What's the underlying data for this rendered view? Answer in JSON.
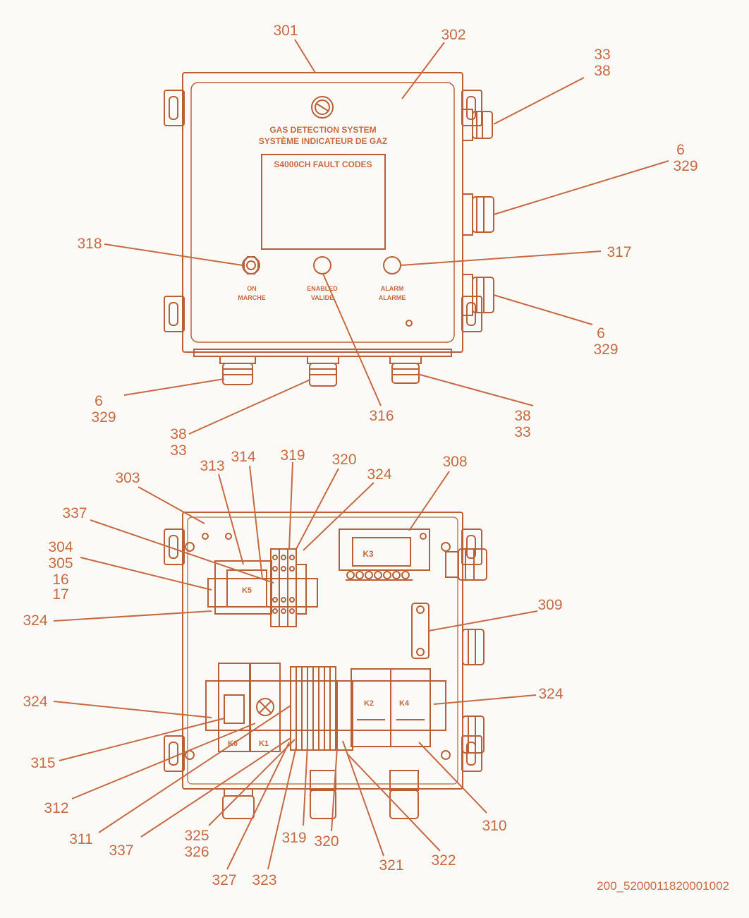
{
  "panel_labels": {
    "title_en": "GAS DETECTION SYSTEM",
    "title_fr": "SYSTÈME INDICATEUR DE GAZ",
    "fault_codes": "S4000CH FAULT CODES",
    "on_en": "ON",
    "on_fr": "MARCHE",
    "enabled_en": "ENABLED",
    "enabled_fr": "VALIDE",
    "alarm_en": "ALARM",
    "alarm_fr": "ALARME"
  },
  "components": {
    "k1": "K1",
    "k2": "K2",
    "k3": "K3",
    "k4": "K4",
    "k5": "K5",
    "k6": "K6"
  },
  "callouts": {
    "c301": "301",
    "c302": "302",
    "c33_38_tr": [
      "33",
      "38"
    ],
    "c6_329_r1": [
      "6",
      "329"
    ],
    "c318": "318",
    "c317": "317",
    "c6_329_r2": [
      "6",
      "329"
    ],
    "c6_329_l": [
      "6",
      "329"
    ],
    "c38_33_l": [
      "38",
      "33"
    ],
    "c316": "316",
    "c38_33_r": [
      "38",
      "33"
    ],
    "c303": "303",
    "c313": "313",
    "c314": "314",
    "c319_top": "319",
    "c320_top": "320",
    "c324_top": "324",
    "c308": "308",
    "c337_top": "337",
    "c304_stack": [
      "304",
      "305",
      "16",
      "17"
    ],
    "c324_l1": "324",
    "c309": "309",
    "c324_l2": "324",
    "c324_r": "324",
    "c315": "315",
    "c312": "312",
    "c311": "311",
    "c337_bot": "337",
    "c325_326": [
      "325",
      "326"
    ],
    "c327": "327",
    "c323": "323",
    "c319_bot": "319",
    "c320_bot": "320",
    "c321": "321",
    "c322": "322",
    "c310": "310"
  },
  "drawing_number": "200_5200011820001002"
}
